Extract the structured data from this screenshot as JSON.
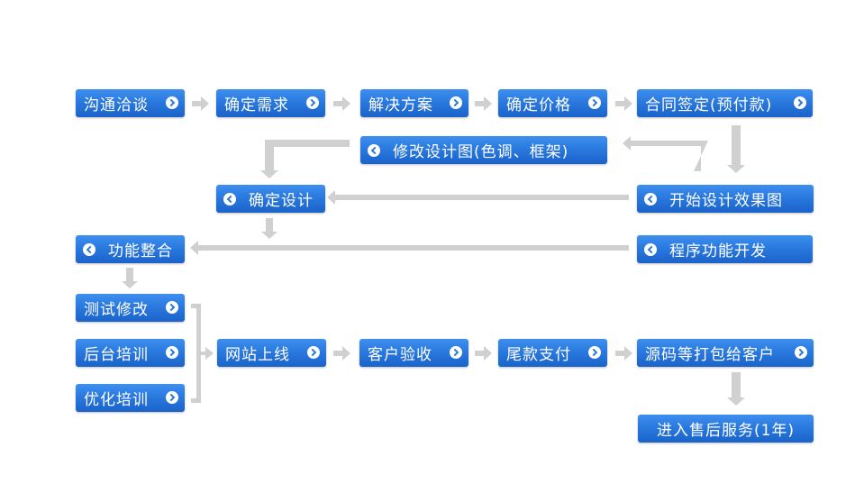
{
  "colors": {
    "box": "#2a79df",
    "connector": "#d0d0d0"
  },
  "icons": {
    "right": "chevron-right-icon",
    "left": "chevron-left-icon"
  },
  "nodes": {
    "n1": "沟通洽谈",
    "n2": "确定需求",
    "n3": "解决方案",
    "n4": "确定价格",
    "n5": "合同签定(预付款)",
    "n6": "修改设计图(色调、框架)",
    "n7": "开始设计效果图",
    "n8": "确定设计",
    "n9": "程序功能开发",
    "n10": "功能整合",
    "n11": "测试修改",
    "n12": "后台培训",
    "n13": "优化培训",
    "n14": "网站上线",
    "n15": "客户验收",
    "n16": "尾款支付",
    "n17": "源码等打包给客户",
    "n18": "进入售后服务(1年)"
  }
}
